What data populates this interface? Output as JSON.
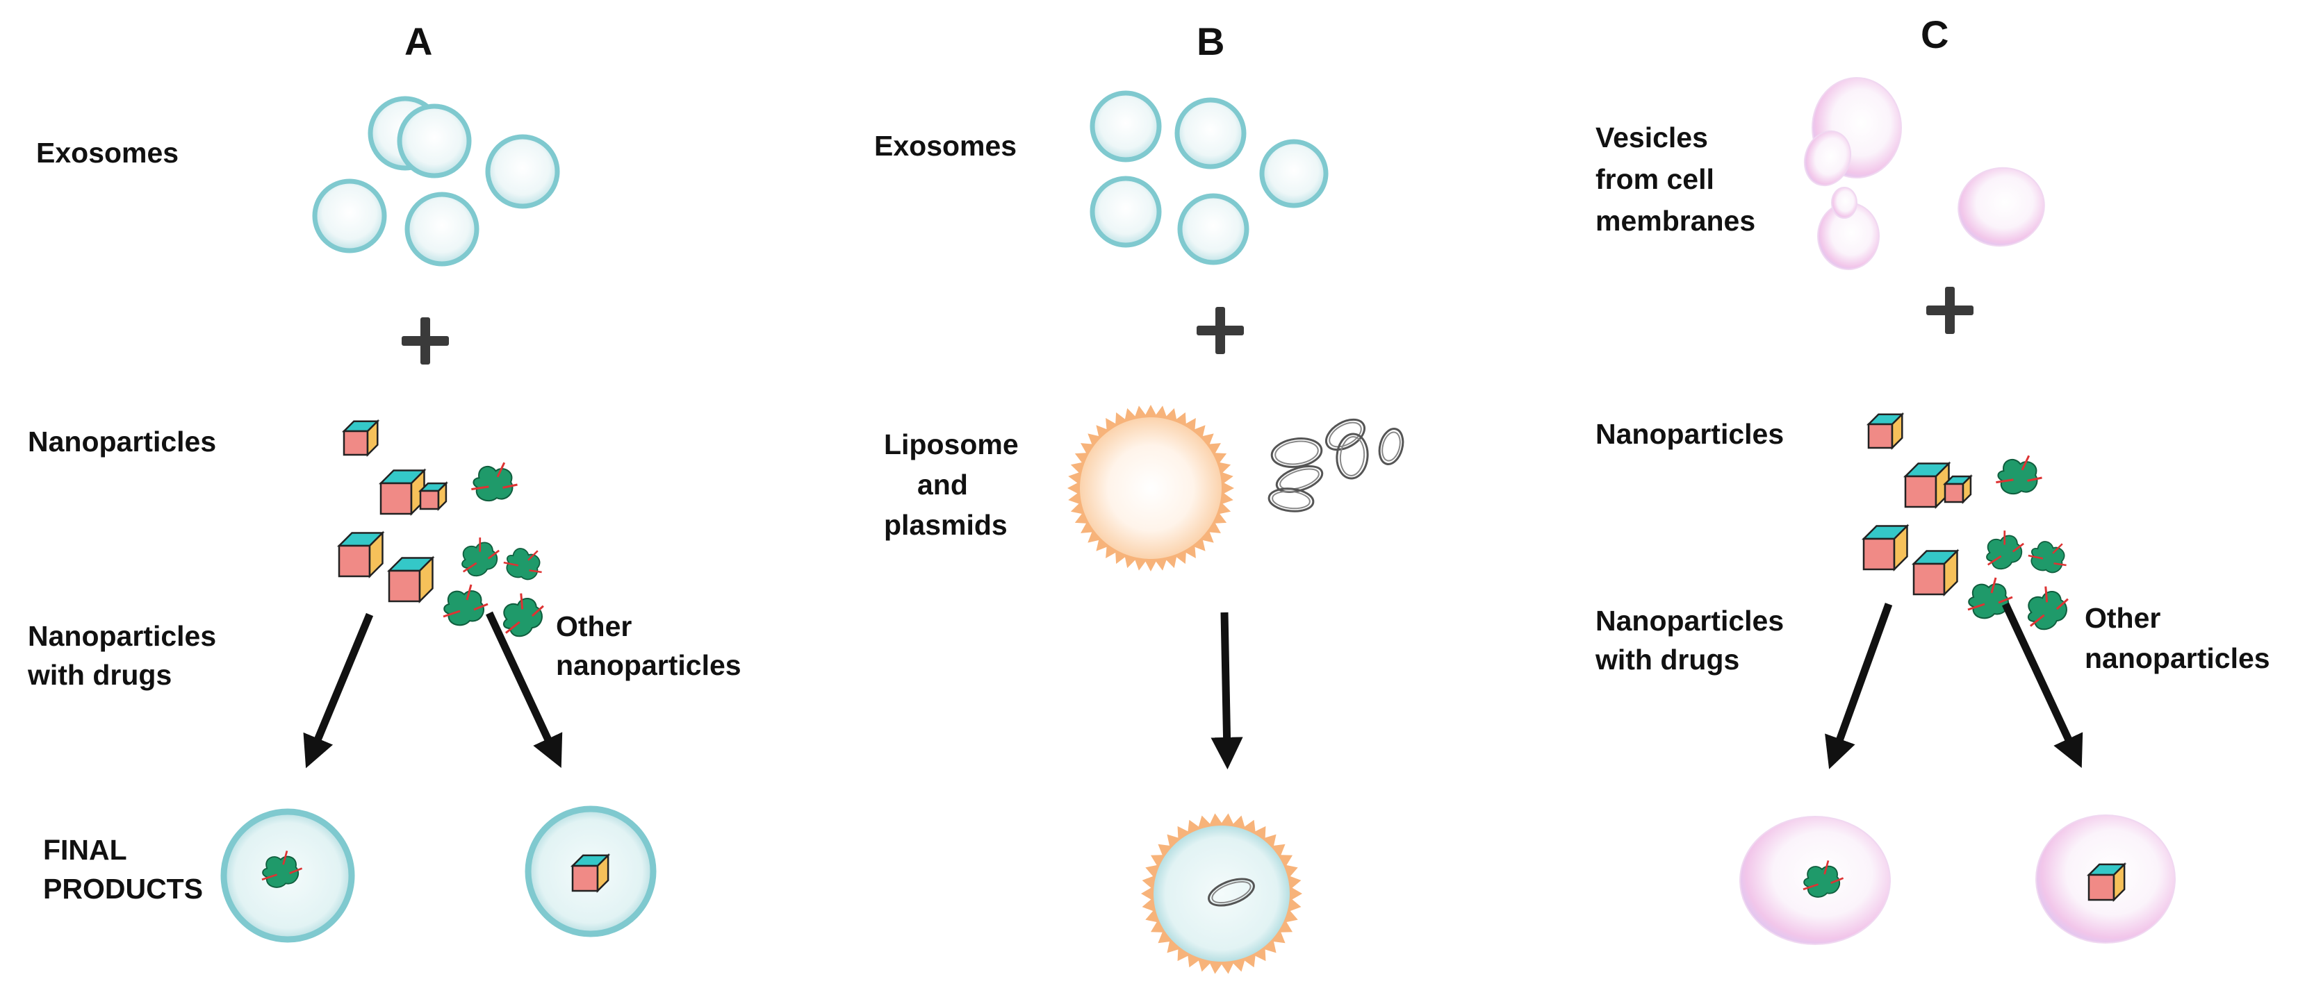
{
  "panels": {
    "a": {
      "letter": "A",
      "top_label": "Exosomes",
      "mid_label": "Nanoparticles",
      "left_route": [
        "Nanoparticles",
        "with drugs"
      ],
      "right_route": [
        "Other",
        "nanoparticles"
      ],
      "result_label": [
        "FINAL",
        "PRODUCTS"
      ]
    },
    "b": {
      "letter": "B",
      "top_label": "Exosomes",
      "mid_label": [
        "Liposome",
        "and",
        "plasmids"
      ]
    },
    "c": {
      "letter": "C",
      "top_label": [
        "Vesicles",
        "from cell",
        "membranes"
      ],
      "mid_label": "Nanoparticles",
      "left_route": [
        "Nanoparticles",
        "with drugs"
      ],
      "right_route": [
        "Other",
        "nanoparticles"
      ]
    }
  },
  "colors": {
    "exosome_rim": "#7fc9cf",
    "exosome_fill": "#eef7f8",
    "liposome": "#f7b37a",
    "cell_vesicle": "#f3a9d8",
    "drug_green": "#1f9a6a",
    "cube_teal": "#34c8c8",
    "cube_pink": "#f08a86",
    "cube_yellow": "#f6c15a",
    "arrow": "#111111"
  }
}
